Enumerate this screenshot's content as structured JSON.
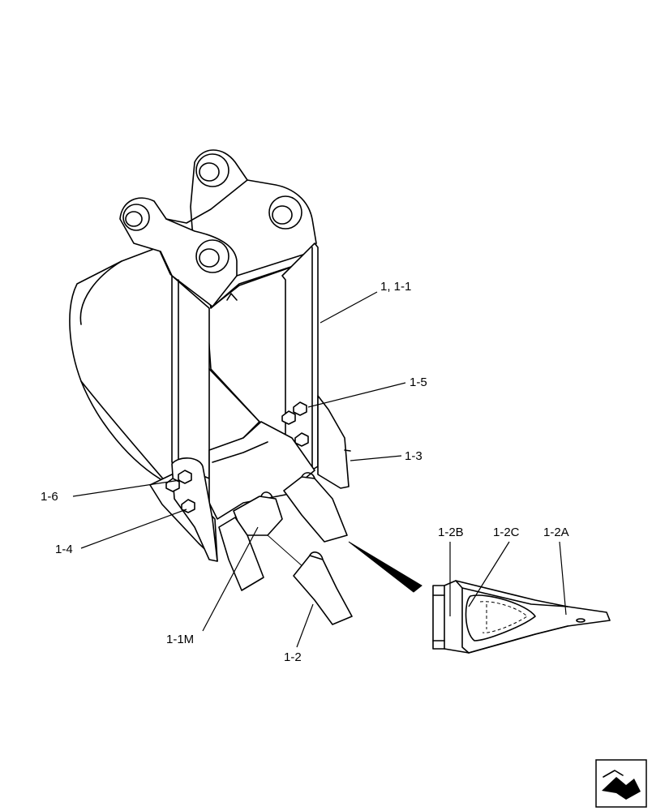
{
  "labels": {
    "bucket_assembly": "1, 1-1",
    "bolt": "1-5",
    "side_cutter": "1-3",
    "nut": "1-6",
    "bolt_lower": "1-4",
    "adapter": "1-1M",
    "tooth": "1-2",
    "tooth_pin": "1-2B",
    "tooth_retainer": "1-2C",
    "tooth_tip": "1-2A"
  },
  "icons": {
    "nav": "next-page-arrow-icon"
  }
}
